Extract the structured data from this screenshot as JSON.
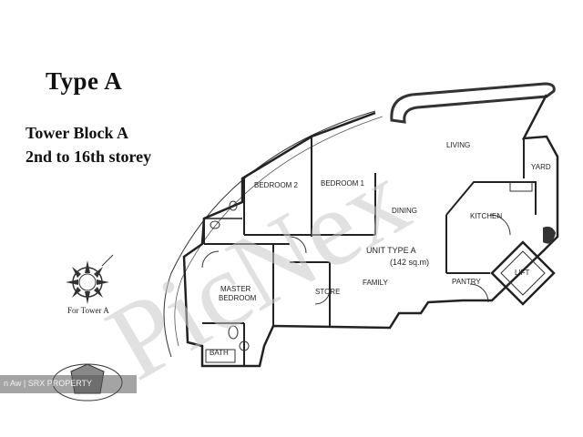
{
  "header": {
    "title": "Type A",
    "tower": "Tower Block A",
    "storey": "2nd to 16th storey"
  },
  "compass": {
    "caption": "For Tower A"
  },
  "rooms": {
    "bedroom2": "BEDROOM 2",
    "bedroom1": "BEDROOM 1",
    "master_line1": "MASTER",
    "master_line2": "BEDROOM",
    "dining": "DINING",
    "living": "LIVING",
    "kitchen": "KITCHEN",
    "yard": "YARD",
    "store": "STORE",
    "family": "FAMILY",
    "pantry": "PANTRY",
    "lift": "LIFT",
    "bath": "BATH"
  },
  "unit": {
    "type_label": "UNIT TYPE A",
    "area": "(142 sq.m)"
  },
  "watermark": {
    "text": "PicNex"
  },
  "credit": {
    "text": "n Aw | SRX PROPERTY"
  },
  "colors": {
    "line": "#2a2a2a",
    "watermark": "#c8c8c8",
    "balcony": "#444444"
  }
}
